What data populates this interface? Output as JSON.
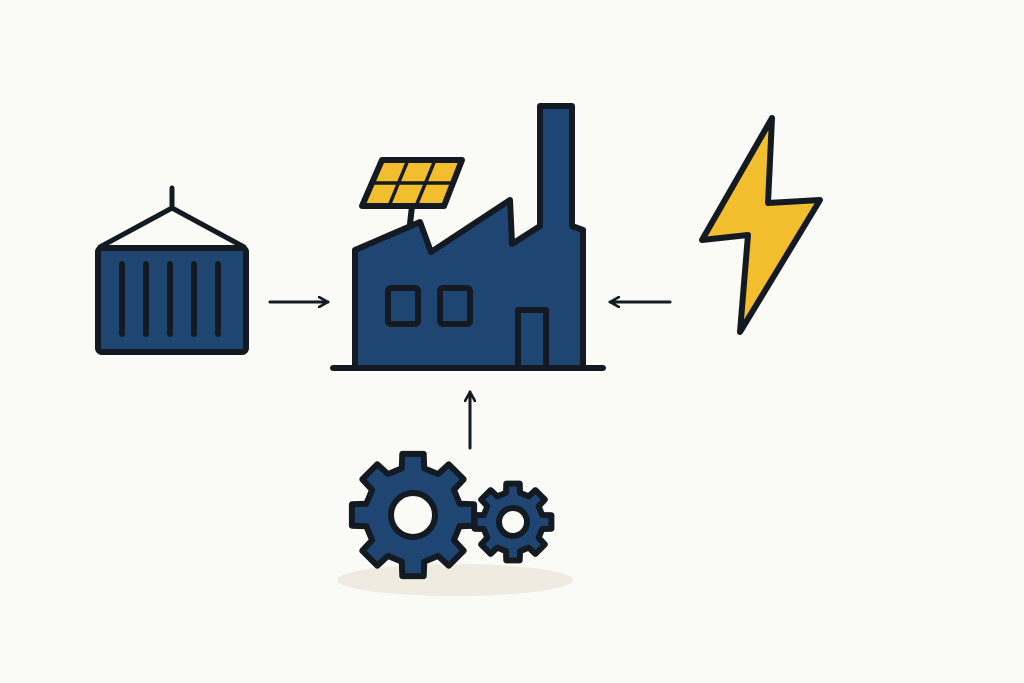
{
  "diagram": {
    "description_visible_text": "",
    "colors": {
      "background": "#FAFAF6",
      "primary_fill": "#1F4573",
      "outline": "#141A22",
      "accent_yellow": "#F2BE2E",
      "shadow": "#EFEBE0"
    },
    "nodes": [
      {
        "id": "container",
        "icon": "shipping-container-icon"
      },
      {
        "id": "factory",
        "icon": "factory-with-solar-panel-icon"
      },
      {
        "id": "lightning",
        "icon": "lightning-bolt-icon"
      },
      {
        "id": "gears",
        "icon": "gears-icon"
      }
    ],
    "edges": [
      {
        "from": "container",
        "to": "factory"
      },
      {
        "from": "lightning",
        "to": "factory"
      },
      {
        "from": "gears",
        "to": "factory"
      }
    ]
  }
}
